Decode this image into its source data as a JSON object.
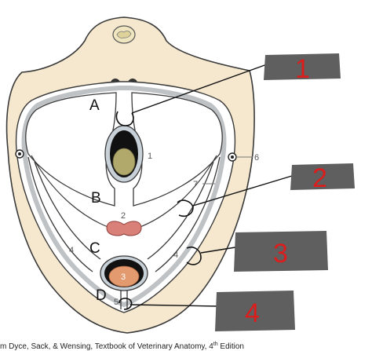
{
  "diagram": {
    "region_letters": [
      "A",
      "B",
      "C",
      "D"
    ],
    "structure_numbers": [
      "1",
      "2",
      "3",
      "4",
      "4",
      "5",
      "6",
      "7"
    ],
    "answer_labels": [
      "1",
      "2",
      "3",
      "4"
    ],
    "caption": "m Dyce, Sack, & Wensing, Textbook of Veterinary Anatomy, 4",
    "caption_sup": "th",
    "caption_end": " Edition",
    "colors": {
      "body_wall": "#f5e8cf",
      "membrane": "#c8d0d8",
      "esophagus_lumen": "#b1a86c",
      "trachea_lumen": "#d98079",
      "heart_fill": "#e39a6e",
      "redaction": "#5f5f5f",
      "answer_text": "#dd1c1c"
    }
  }
}
